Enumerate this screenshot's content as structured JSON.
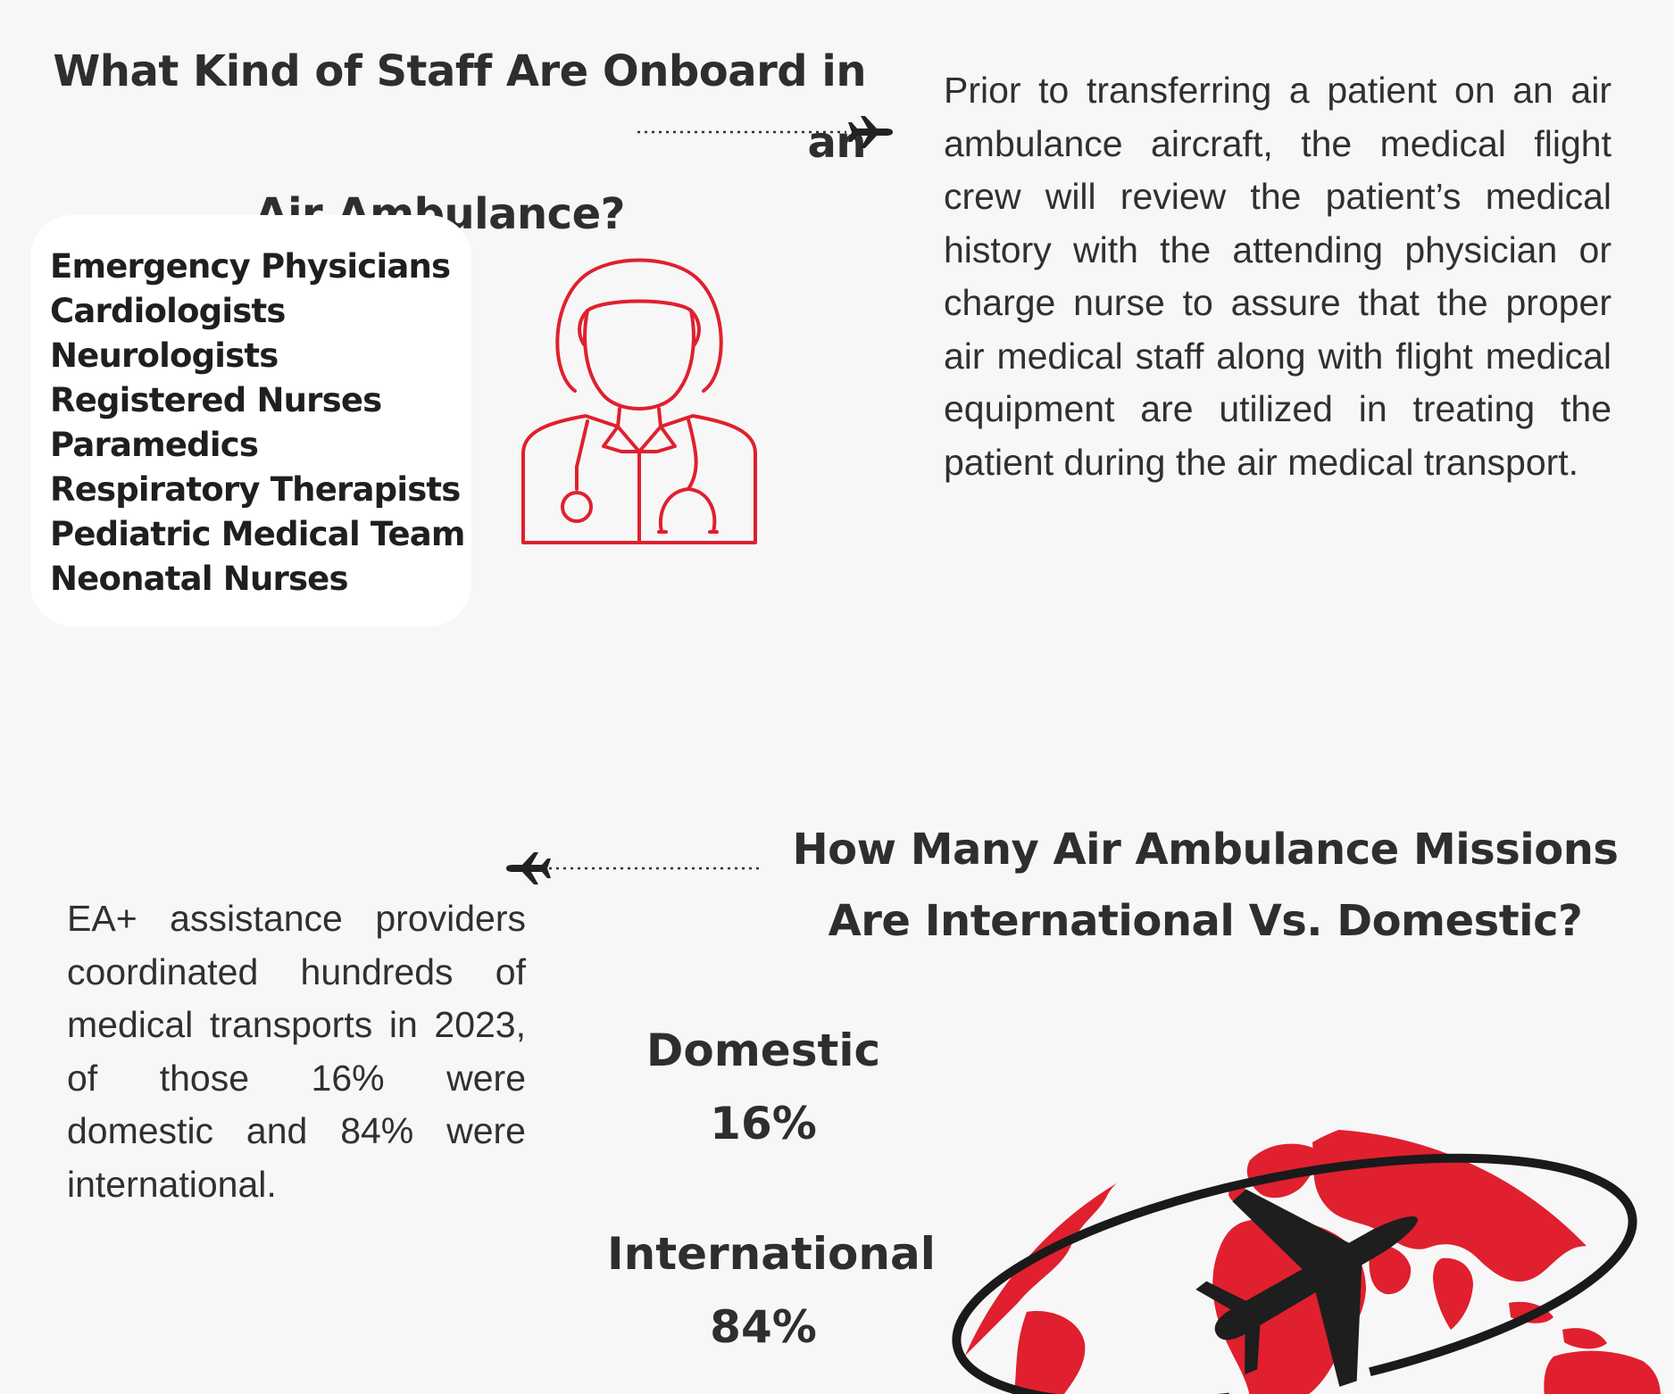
{
  "section1": {
    "title_line1": "What Kind of Staff Are Onboard in an",
    "title_line2": "Air Ambulance?",
    "staff": [
      "Emergency Physicians",
      "Cardiologists",
      "Neurologists",
      "Registered Nurses",
      "Paramedics",
      "Respiratory Therapists",
      "Pediatric Medical Team",
      "Neonatal Nurses"
    ],
    "paragraph": "Prior to transferring a patient on an air ambulance aircraft, the medical flight crew will review the patient’s medical history with the attending physician or charge nurse to assure that the proper air medical staff along with flight medical equipment are utilized in treating the patient during the air medical transport."
  },
  "section2": {
    "title_line1": "How Many Air Ambulance Missions",
    "title_line2": "Are International Vs. Domestic?",
    "paragraph": "EA+ assistance providers coordinated hundreds of medical transports in 2023, of those 16% were domestic and 84% were international.",
    "domestic_label": "Domestic",
    "domestic_value": "16%",
    "international_label": "International",
    "international_value": "84%"
  },
  "icons": [
    "plane-icon",
    "doctor-icon",
    "globe-icon",
    "airplane-icon"
  ],
  "colors": {
    "accent": "#e0202e",
    "text": "#2e2e2e",
    "background": "#f7f7f7"
  }
}
